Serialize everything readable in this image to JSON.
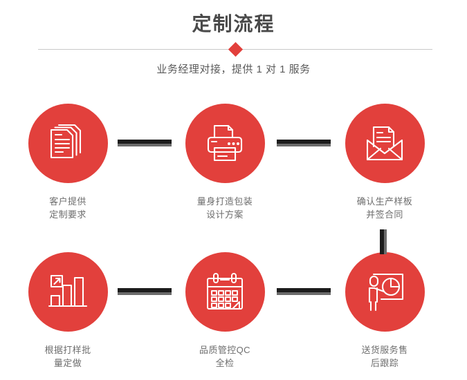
{
  "header": {
    "title": "定制流程",
    "subtitle": "业务经理对接，提供 1 对 1 服务",
    "divider_icon": "red-diamond",
    "title_color": "#4a4a4a",
    "accent_color": "#e2403c",
    "divider_color": "#c9c9c9"
  },
  "flow": {
    "connector_color": "#1c1c1c",
    "connector_shadow_color": "#6b6b6b",
    "circle_color": "#e2403c",
    "label_color": "#6d6d6d",
    "steps": [
      {
        "index": 1,
        "icon": "documents-stack-icon",
        "label": "客户提供\n定制要求"
      },
      {
        "index": 2,
        "icon": "printer-icon",
        "label": "量身打造包装\n设计方案"
      },
      {
        "index": 3,
        "icon": "envelope-letter-icon",
        "label": "确认生产样板\n并签合同"
      },
      {
        "index": 4,
        "icon": "bar-chart-growth-icon",
        "label": "根据打样批\n量定做"
      },
      {
        "index": 5,
        "icon": "calendar-icon",
        "label": "品质管控QC\n全检"
      },
      {
        "index": 6,
        "icon": "presentation-pie-chart-icon",
        "label": "送货服务售\n后跟踪"
      }
    ],
    "connectors": [
      {
        "id": "step1-to-step2",
        "orientation": "horizontal"
      },
      {
        "id": "step2-to-step3",
        "orientation": "horizontal"
      },
      {
        "id": "step3-to-step6",
        "orientation": "vertical"
      },
      {
        "id": "step4-to-step5",
        "orientation": "horizontal"
      },
      {
        "id": "step5-to-step6",
        "orientation": "horizontal"
      }
    ]
  }
}
